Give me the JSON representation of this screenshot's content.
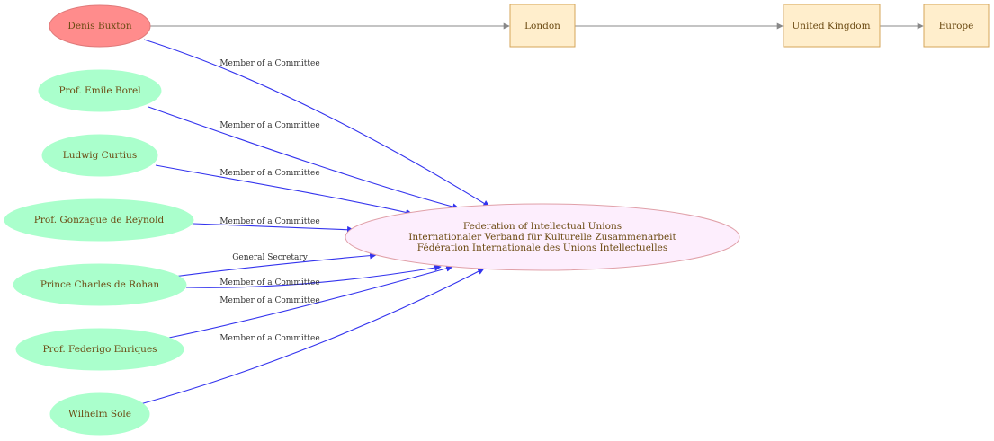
{
  "colors": {
    "person_primary_fill": "#ff8c8c",
    "person_fill": "#aaffcc",
    "place_fill": "#ffeecc",
    "place_stroke": "#d4a55a",
    "center_fill": "#fdeefd",
    "center_stroke": "#e0a0a8",
    "member_edge": "#3333ee",
    "place_edge": "#888888",
    "label_text": "#6b4a12"
  },
  "nodes": {
    "buxton": "Denis Buxton",
    "borel": "Prof. Emile Borel",
    "curtius": "Ludwig Curtius",
    "reynold": "Prof. Gonzague de Reynold",
    "rohan": "Prince Charles de Rohan",
    "enriques": "Prof. Federigo Enriques",
    "sole": "Wilhelm Sole",
    "london": "London",
    "uk": "United Kingdom",
    "europe": "Europe"
  },
  "center": {
    "line1": "Federation of Intellectual Unions",
    "line2": "Internationaler Verband für Kulturelle Zusammenarbeit",
    "line3": "Fédération Internationale des Unions Intellectuelles"
  },
  "edge_labels": {
    "buxton": "Member of a Committee",
    "borel": "Member of a Committee",
    "curtius": "Member of a Committee",
    "reynold": "Member of a Committee",
    "rohan_secretary": "General Secretary",
    "rohan_member": "Member of a Committee",
    "enriques": "Member of a Committee",
    "sole": "Member of a Committee"
  }
}
